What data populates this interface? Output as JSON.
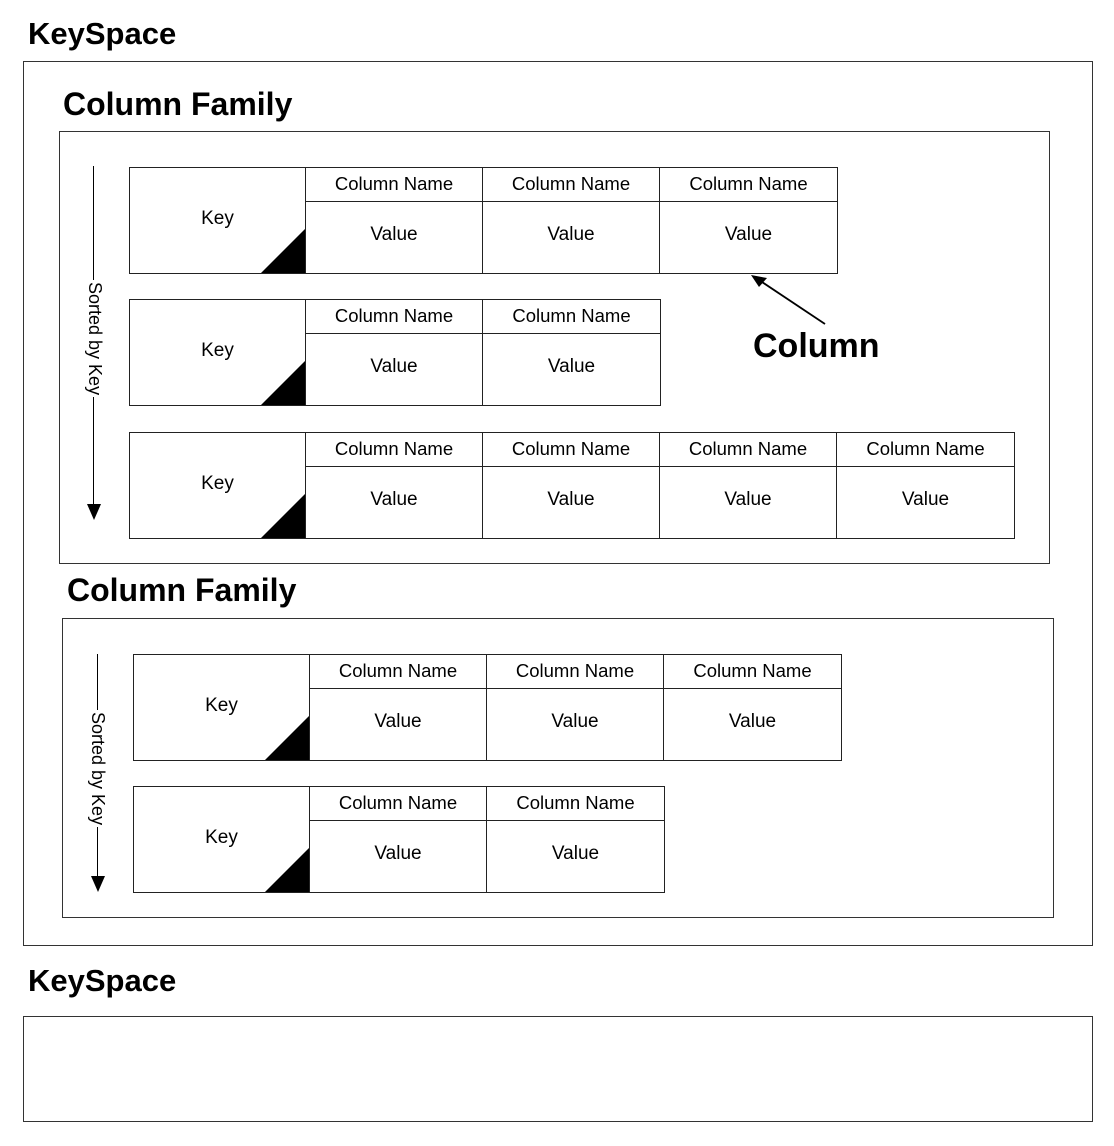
{
  "keyspaces": [
    {
      "title": "KeySpace",
      "column_families": [
        {
          "title": "Column Family",
          "sorted_label": "Sorted by Key",
          "rows": [
            {
              "key": "Key",
              "columns": [
                {
                  "name": "Column Name",
                  "value": "Value"
                },
                {
                  "name": "Column Name",
                  "value": "Value"
                },
                {
                  "name": "Column Name",
                  "value": "Value"
                }
              ]
            },
            {
              "key": "Key",
              "columns": [
                {
                  "name": "Column Name",
                  "value": "Value"
                },
                {
                  "name": "Column Name",
                  "value": "Value"
                }
              ]
            },
            {
              "key": "Key",
              "columns": [
                {
                  "name": "Column Name",
                  "value": "Value"
                },
                {
                  "name": "Column Name",
                  "value": "Value"
                },
                {
                  "name": "Column Name",
                  "value": "Value"
                },
                {
                  "name": "Column Name",
                  "value": "Value"
                }
              ]
            }
          ]
        },
        {
          "title": "Column Family",
          "sorted_label": "Sorted by Key",
          "rows": [
            {
              "key": "Key",
              "columns": [
                {
                  "name": "Column Name",
                  "value": "Value"
                },
                {
                  "name": "Column Name",
                  "value": "Value"
                },
                {
                  "name": "Column Name",
                  "value": "Value"
                }
              ]
            },
            {
              "key": "Key",
              "columns": [
                {
                  "name": "Column Name",
                  "value": "Value"
                },
                {
                  "name": "Column Name",
                  "value": "Value"
                }
              ]
            }
          ]
        }
      ]
    },
    {
      "title": "KeySpace",
      "column_families": []
    }
  ],
  "annotation": {
    "label": "Column"
  }
}
